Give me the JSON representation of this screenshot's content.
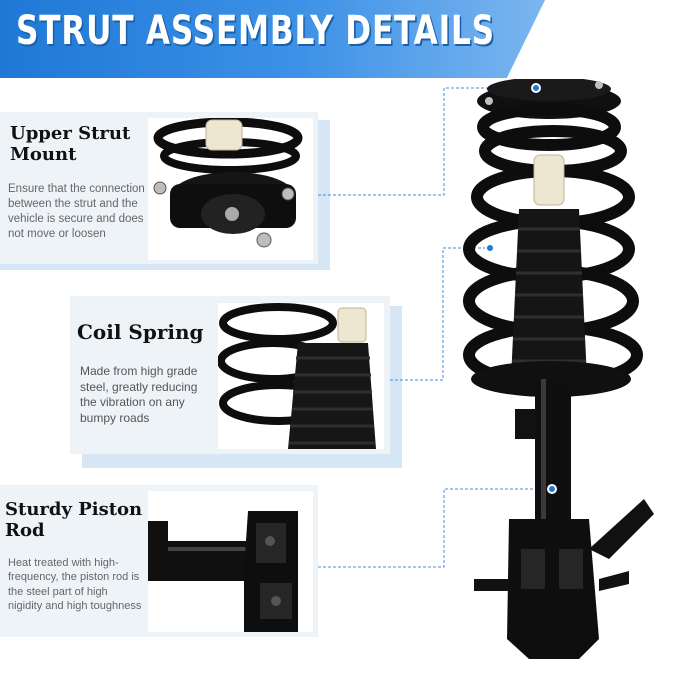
{
  "banner": {
    "title": "STRUT ASSEMBLY DETAILS"
  },
  "features": [
    {
      "title": "Upper Strut Mount",
      "description": "Ensure that the connection between the strut and the vehicle is secure and does not move or loosen"
    },
    {
      "title": "Coil Spring",
      "description": "Made from high grade steel, greatly reducing the vibration on any bumpy roads"
    },
    {
      "title": "Sturdy Piston Rod",
      "description": "Heat treated with high-frequency, the piston rod is the steel part of high nigidity and high toughness"
    }
  ],
  "colors": {
    "accent": "#1f78d6",
    "panel": "#eef3f8",
    "part": "#0d0d0d"
  }
}
